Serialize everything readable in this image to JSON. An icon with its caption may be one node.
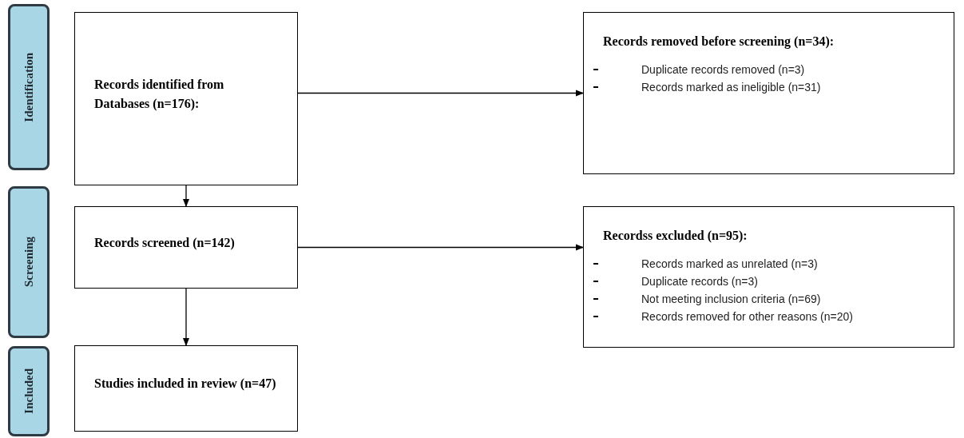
{
  "diagram": {
    "nodes": [
      {
        "text": [
          "Identification"
        ]
      },
      {
        "text": [
          "Screening"
        ]
      },
      {
        "text": [
          "Included"
        ]
      },
      {
        "text": [
          "Records identified from Databases (n=176):"
        ]
      },
      {
        "text": [
          "Records removed before screening (n=34):",
          "Duplicate records removed  (n=3)",
          "Records marked as ineligible (n=31)"
        ]
      },
      {
        "text": [
          "Records screened (n=142)"
        ]
      },
      {
        "text": [
          "Recordss excluded (n=95):",
          "Records marked as unrelated (n=3)",
          "Duplicate records (n=3)",
          "Not meeting inclusion criteria (n=69)",
          "Records removed for other reasons (n=20)"
        ]
      },
      {
        "text": [
          "Studies included in review (n=47)"
        ]
      }
    ],
    "edges": [
      {
        "from": 3,
        "to": 4,
        "arrow": "to"
      },
      {
        "from": 3,
        "to": 5,
        "arrow": "to"
      },
      {
        "from": 5,
        "to": 6,
        "arrow": "to"
      },
      {
        "from": 5,
        "to": 7,
        "arrow": "to"
      }
    ]
  }
}
